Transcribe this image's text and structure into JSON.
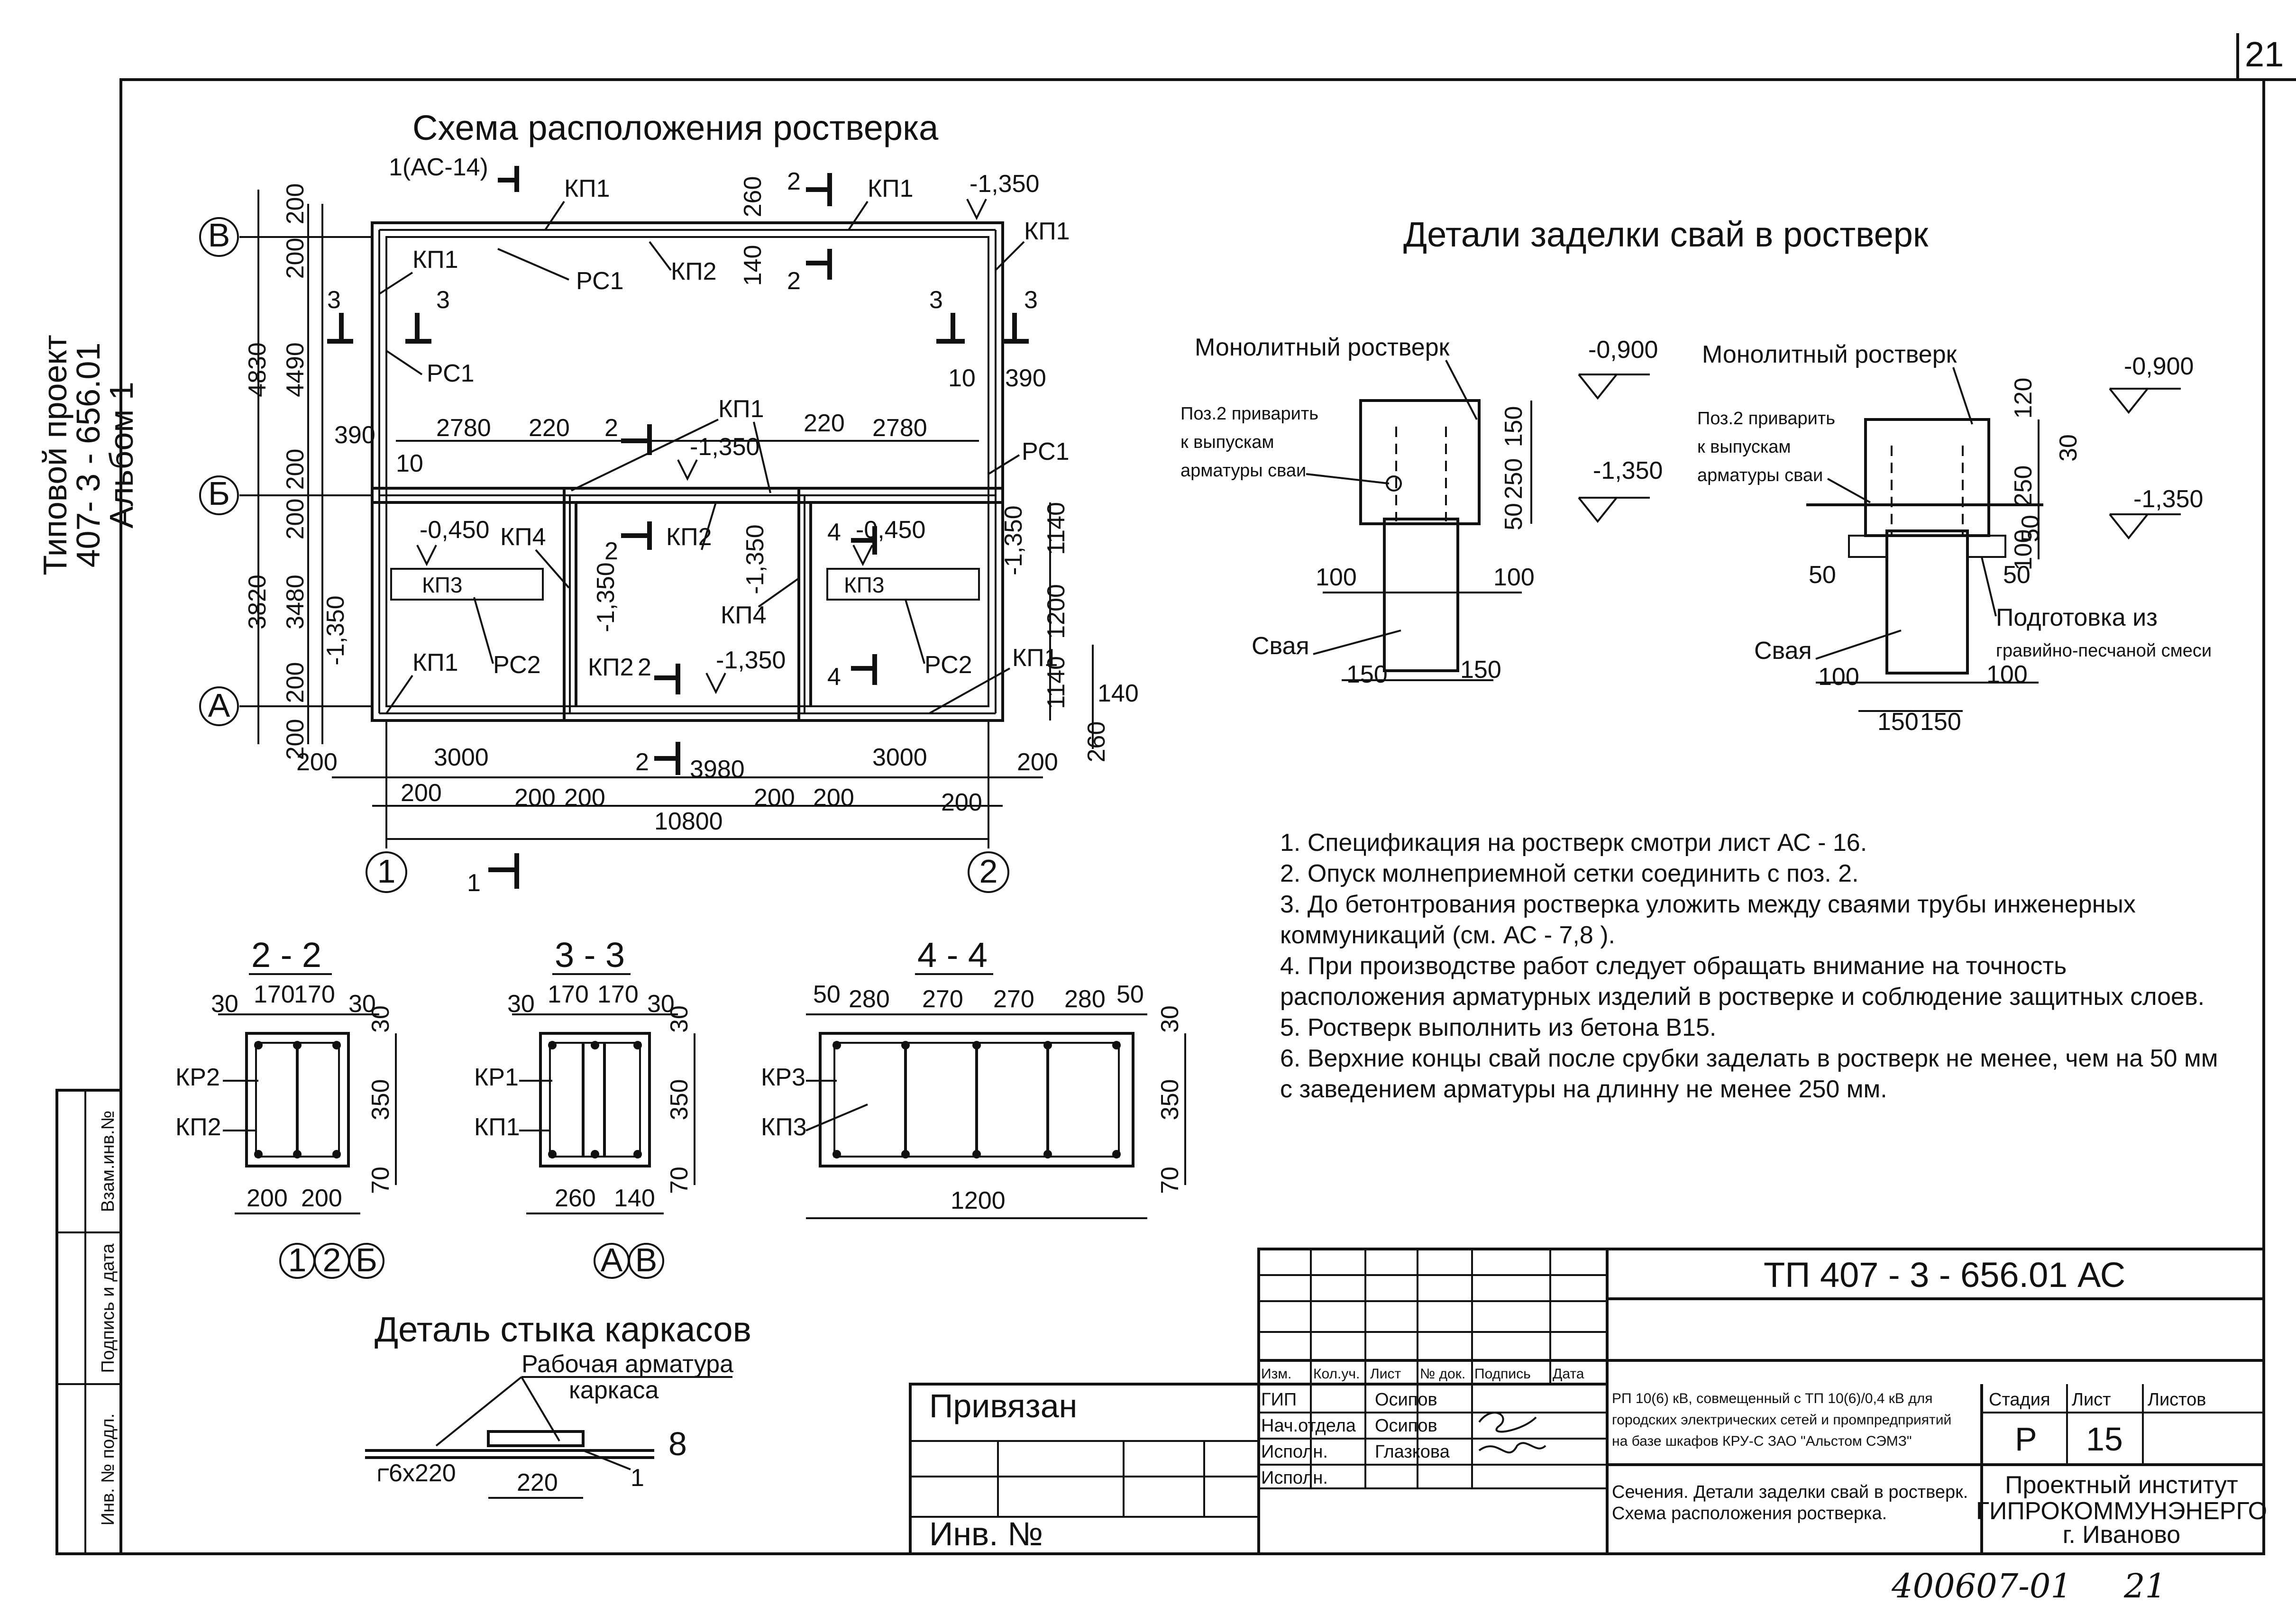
{
  "page_number": "21",
  "side_label": {
    "line1": "Типовой проект",
    "line2": "407- 3 - 656.01",
    "line3": "Альбом 1"
  },
  "plan": {
    "title": "Схема расположения ростверка",
    "section1_label": "1(АС-14)",
    "section1_bottom": "1",
    "axes": {
      "V": "В",
      "B": "Б",
      "A": "А",
      "one": "1",
      "two": "2"
    },
    "labels": {
      "kp1": "КП1",
      "kp2": "КП2",
      "kp3": "КП3",
      "kp4": "КП4",
      "rs1": "РС1",
      "rs2": "РС2",
      "s2": "2",
      "s3": "3",
      "s4": "4"
    },
    "elev": {
      "m1350": "-1,350",
      "m0450": "-0,450"
    },
    "dims": {
      "d200": "200",
      "d260": "260",
      "d140": "140",
      "d4830": "4830",
      "d4490": "4490",
      "d3820": "3820",
      "d3480": "3480",
      "d390": "390",
      "d10": "10",
      "d2780": "2780",
      "d220": "220",
      "d1140": "1140",
      "d1200": "1200",
      "d3000": "3000",
      "d3980": "3980",
      "d10800": "10800"
    }
  },
  "details": {
    "title": "Детали заделки свай в ростверк",
    "left": {
      "monolith": "Монолитный ростверк",
      "weld1": "Поз.2 приварить",
      "weld2": "к выпускам",
      "weld3": "арматуры сваи",
      "pile": "Свая",
      "e0900": "-0,900",
      "e1350": "-1,350",
      "d150": "150",
      "d250": "250",
      "d50": "50",
      "d100": "100"
    },
    "right": {
      "monolith": "Монолитный ростверк",
      "weld1": "Поз.2 приварить",
      "weld2": "к выпускам",
      "weld3": "арматуры сваи",
      "pile": "Свая",
      "prep1": "Подготовка из",
      "prep2": "гравийно-песчаной смеси",
      "e0900": "-0,900",
      "e1350": "-1,350",
      "d120": "120",
      "d30": "30",
      "d250": "250",
      "d100": "100",
      "d50": "50",
      "d150": "150"
    }
  },
  "notes": [
    "1. Спецификация на ростверк смотри лист АС - 16.",
    "2. Опуск молнеприемной сетки соединить с поз. 2.",
    "3. До бетонтрования ростверка уложить между сваями трубы инженерных",
    "коммуникаций (см. АС - 7,8 ).",
    "4. При производстве работ следует обращать внимание на точность",
    "расположения арматурных изделий в ростверке и соблюдение защитных слоев.",
    "5. Ростверк выполнить из бетона В15.",
    "6. Верхние концы свай после срубки заделать в ростверк не менее, чем на 50 мм",
    "с заведением арматуры на длинну не менее 250 мм."
  ],
  "sections": {
    "s22": {
      "title": "2 - 2",
      "kr": "КР2",
      "kp": "КП2",
      "d30": "30",
      "d170": "170",
      "d350": "350",
      "d70": "70",
      "d200": "200",
      "axes": [
        "1",
        "2",
        "Б"
      ]
    },
    "s33": {
      "title": "3 - 3",
      "kr": "КР1",
      "kp": "КП1",
      "d30": "30",
      "d170": "170",
      "d350": "350",
      "d70": "70",
      "d260": "260",
      "d140": "140",
      "axes": [
        "А",
        "В"
      ]
    },
    "s44": {
      "title": "4 - 4",
      "kr": "КР3",
      "kp": "КП3",
      "d50": "50",
      "d280": "280",
      "d270": "270",
      "d30": "30",
      "d350": "350",
      "d70": "70",
      "d1200": "1200"
    }
  },
  "joint": {
    "title": "Деталь стыка каркасов",
    "rebar1": "Рабочая арматура",
    "rebar2": "каркаса",
    "bar": "6х220",
    "d220": "220",
    "one": "1",
    "mark": "8"
  },
  "stamp": {
    "code": "ТП   407 - 3 - 656.01      АС",
    "privyazan": "Привязан",
    "inv": "Инв. №",
    "cols": [
      "Изм.",
      "Кол.уч.",
      "Лист",
      "№ док.",
      "Подпись",
      "Дата"
    ],
    "roles": [
      "ГИП",
      "Нач.отдела",
      "Исполн.",
      "Исполн."
    ],
    "names": [
      "Осипов",
      "Осипов",
      "Глазкова"
    ],
    "desc1": "РП 10(6) кВ, совмещенный с ТП 10(6)/0,4 кВ для",
    "desc2": "городских электрических сетей  и промпредприятий",
    "desc3": "на базе шкафов КРУ-С ЗАО \"Альстом СЭМЗ\"",
    "sheet_title1": "Сечения. Детали заделки свай в ростверк.",
    "sheet_title2": "Схема расположения ростверка.",
    "stadia_h": "Стадия",
    "list_h": "Лист",
    "listov_h": "Листов",
    "stadia": "Р",
    "list": "15",
    "org1": "Проектный институт",
    "org2": "ГИПРОКОММУНЭНЕРГО",
    "org3": "г. Иваново"
  },
  "left_strip": {
    "vzam": "Взам.инв.№",
    "podpis": "Подпись и дата",
    "inv": "Инв. № подл."
  },
  "handwritten": {
    "code": "400607-01",
    "num": "21"
  }
}
